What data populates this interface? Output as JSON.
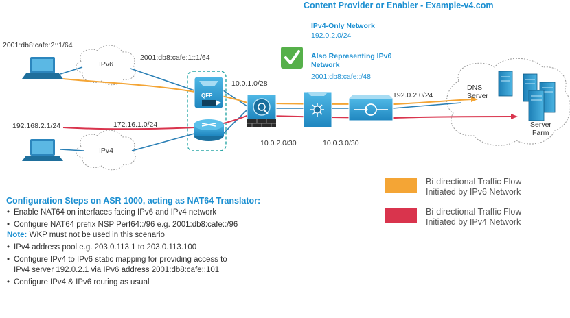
{
  "header": {
    "title": "Content Provider or Enabler - Example-v4.com",
    "ipv4_only_title": "IPv4-Only Network",
    "ipv4_only_prefix": "192.0.2.0/24",
    "also_rep_line1": "Also Representing IPv6",
    "also_rep_line2": "Network",
    "also_rep_prefix": "2001:db8:cafe::/48"
  },
  "network": {
    "host_v6_addr": "2001:db8:cafe:2::1/64",
    "cloud_v6": "IPv6",
    "link_v6_addr": "2001:db8:cafe:1::1/64",
    "host_v4_addr": "192.168.2.1/24",
    "link_v4_addr": "172.16.1.0/24",
    "cloud_v4": "IPv4",
    "net_top": "10.0.1.0/28",
    "net_bottom_left": "10.0.2.0/30",
    "net_bottom_right": "10.0.3.0/30",
    "net_right": "192.0.2.0/24",
    "dns_label_1": "DNS",
    "dns_label_2": "Server",
    "farm_label_1": "Server",
    "farm_label_2": "Farm",
    "qfp_label": "QFP"
  },
  "legend": {
    "orange_line1": "Bi-directional Traffic Flow",
    "orange_line2": "Initiated by IPv6 Network",
    "red_line1": "Bi-directional Traffic Flow",
    "red_line2": "Initiated by IPv4 Network"
  },
  "steps": {
    "title": "Configuration Steps on ASR 1000, acting as NAT64 Translator:",
    "s1": "Enable NAT64 on interfaces facing IPv6 and IPv4 network",
    "s2": "Configure NAT64 prefix NSP Perf64::/96 e.g. 2001:db8:cafe::/96",
    "s2_note_label": "Note:",
    "s2_note_text": " WKP must not be used in this scenario",
    "s3": "IPv4 address pool e.g. 203.0.113.1 to 203.0.113.100",
    "s4_line1": "Configure IPv4 to IPv6 static mapping for providing access to",
    "s4_line2": "IPv4 server 192.0.2.1 via IPv6 address 2001:db8:cafe::101",
    "s5": "Configure IPv4 & IPv6 routing as usual"
  },
  "colors": {
    "orange": "#f4a535",
    "red": "#d9344d",
    "device_blue": "#2a9bd0",
    "device_dark": "#1a6f9e",
    "title_blue": "#1b8fd1",
    "check_green": "#56b04a",
    "link_blue": "#2a7fb5"
  },
  "icons": [
    "laptop-icon",
    "cloud-icon",
    "asr-qfp-icon",
    "router-icon",
    "firewall-icon",
    "switch-icon",
    "load-balancer-icon",
    "server-icon",
    "checkmark-icon"
  ]
}
